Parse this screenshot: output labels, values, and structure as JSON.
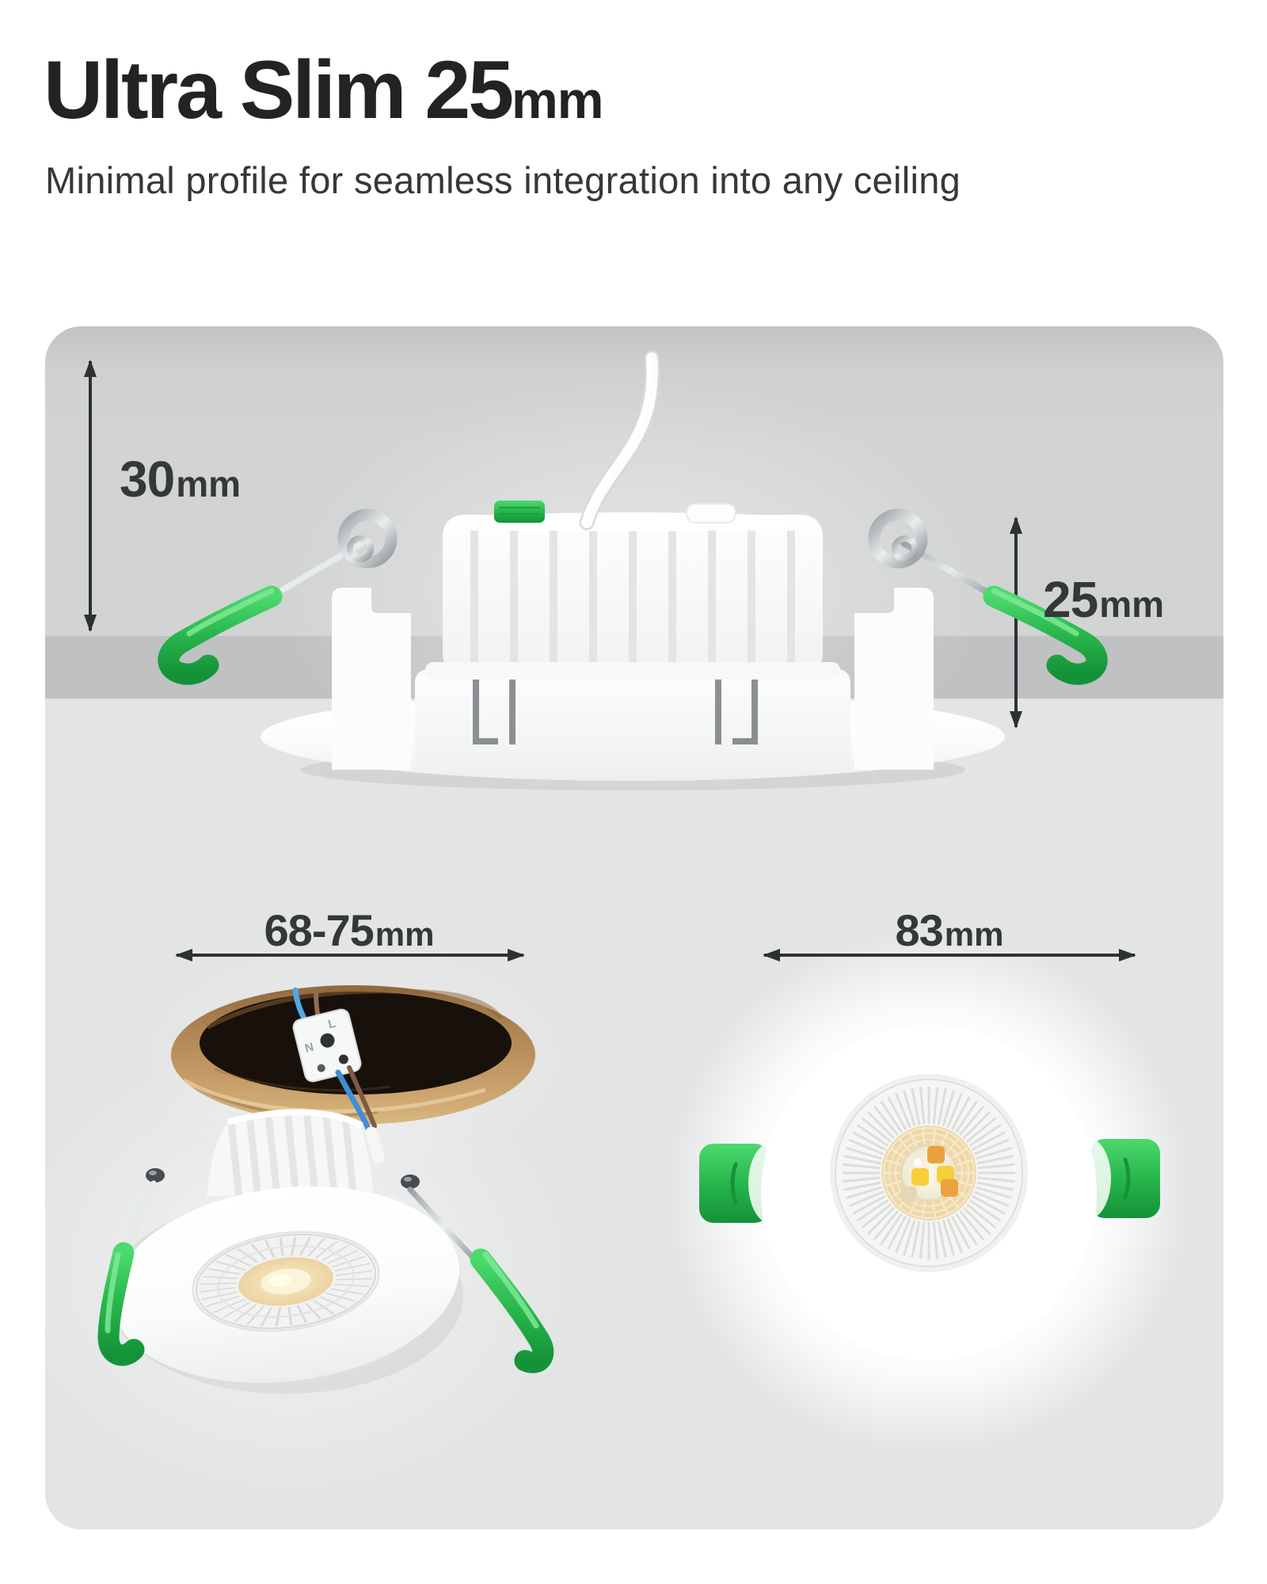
{
  "header": {
    "title": "Ultra Slim 25",
    "title_unit": "mm",
    "subtitle": "Minimal profile for seamless integration into any ceiling"
  },
  "dims": {
    "height": {
      "value": "30",
      "unit": "mm"
    },
    "recess": {
      "value": "25",
      "unit": "mm"
    },
    "cutout": {
      "value": "68-75",
      "unit": "mm"
    },
    "diameter": {
      "value": "83",
      "unit": "mm"
    }
  },
  "connector": {
    "n": "N",
    "l": "L"
  },
  "colors": {
    "accent_green": "#27b64c",
    "panel_gray": "#d2d3d3",
    "ceiling_band_gray": "#c0c1c2",
    "panel_lower_gray": "#e3e4e4",
    "wood_brown": "#b28755",
    "led_yellow": "#f6cf39",
    "led_orange": "#eaa33c",
    "arrow_dark": "#2e3134",
    "text_dark": "#35383a"
  }
}
